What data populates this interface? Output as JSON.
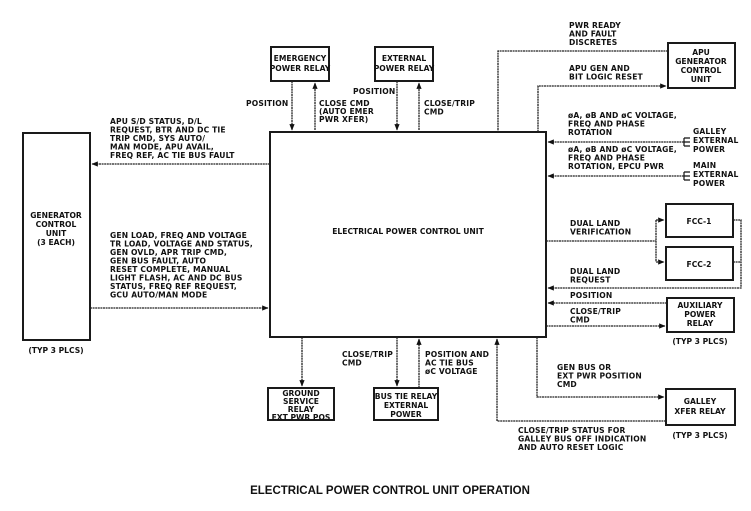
{
  "caption": "ELECTRICAL POWER CONTROL UNIT OPERATION",
  "boxes": {
    "epcu": [
      "ELECTRICAL POWER CONTROL UNIT"
    ],
    "gcu": [
      "GENERATOR",
      "CONTROL",
      "UNIT",
      "(3 EACH)"
    ],
    "gcu_note": "(TYP 3 PLCS)",
    "emergency_relay": [
      "EMERGENCY",
      "POWER RELAY"
    ],
    "external_relay": [
      "EXTERNAL",
      "POWER RELAY"
    ],
    "apu_gcu": [
      "APU",
      "GENERATOR",
      "CONTROL",
      "UNIT"
    ],
    "galley_ext_power": [
      "GALLEY",
      "EXTERNAL",
      "POWER"
    ],
    "main_ext_power": [
      "MAIN",
      "EXTERNAL",
      "POWER"
    ],
    "fcc1": [
      "FCC-1"
    ],
    "fcc2": [
      "FCC-2"
    ],
    "aux_relay": [
      "AUXILIARY",
      "POWER",
      "RELAY"
    ],
    "aux_note": "(TYP 3 PLCS)",
    "galley_xfer": [
      "GALLEY",
      "XFER RELAY"
    ],
    "galley_note": "(TYP 3 PLCS)",
    "ground_service": [
      "GROUND",
      "SERVICE",
      "RELAY",
      "EXT PWR POS"
    ],
    "bus_tie": [
      "BUS TIE RELAY",
      "EXTERNAL",
      "POWER"
    ]
  },
  "signals": {
    "gcu_out": [
      "APU S/D STATUS, D/L",
      "REQUEST, BTR AND DC TIE",
      "TRIP CMD, SYS AUTO/",
      "MAN MODE, APU AVAIL,",
      "FREQ REF, AC TIE BUS FAULT"
    ],
    "gcu_in": [
      "GEN LOAD, FREQ AND VOLTAGE",
      "TR LOAD, VOLTAGE AND STATUS,",
      "GEN OVLD, APR TRIP CMD,",
      "GEN BUS FAULT, AUTO",
      "RESET COMPLETE, MANUAL",
      "LIGHT FLASH, AC AND DC BUS",
      "STATUS, FREQ REF REQUEST,",
      "GCU AUTO/MAN MODE"
    ],
    "emer_position": [
      "POSITION"
    ],
    "emer_close": [
      "CLOSE CMD",
      "(AUTO EMER",
      "PWR XFER)"
    ],
    "ext_position": [
      "POSITION"
    ],
    "ext_close": [
      "CLOSE/TRIP",
      "CMD"
    ],
    "pwr_ready": [
      "PWR READY",
      "AND FAULT",
      "DISCRETES"
    ],
    "apu_gen_reset": [
      "APU GEN AND",
      "BIT LOGIC RESET"
    ],
    "galley_voltage": [
      "øA, øB AND øC VOLTAGE,",
      "FREQ AND PHASE",
      "ROTATION"
    ],
    "main_voltage": [
      "øA, øB AND øC VOLTAGE,",
      "FREQ AND PHASE",
      "ROTATION, EPCU PWR"
    ],
    "dual_land_verification": [
      "DUAL LAND",
      "VERIFICATION"
    ],
    "dual_land_request": [
      "DUAL LAND",
      "REQUEST"
    ],
    "aux_position": [
      "POSITION"
    ],
    "aux_close": [
      "CLOSE/TRIP",
      "CMD"
    ],
    "galley_cmd": [
      "GEN BUS OR",
      "EXT PWR POSITION",
      "CMD"
    ],
    "galley_status": [
      "CLOSE/TRIP STATUS FOR",
      "GALLEY BUS OFF INDICATION",
      "AND AUTO RESET LOGIC"
    ],
    "bustie_close": [
      "CLOSE/TRIP",
      "CMD"
    ],
    "bustie_position": [
      "POSITION AND",
      "AC TIE BUS",
      "øC VOLTAGE"
    ]
  }
}
